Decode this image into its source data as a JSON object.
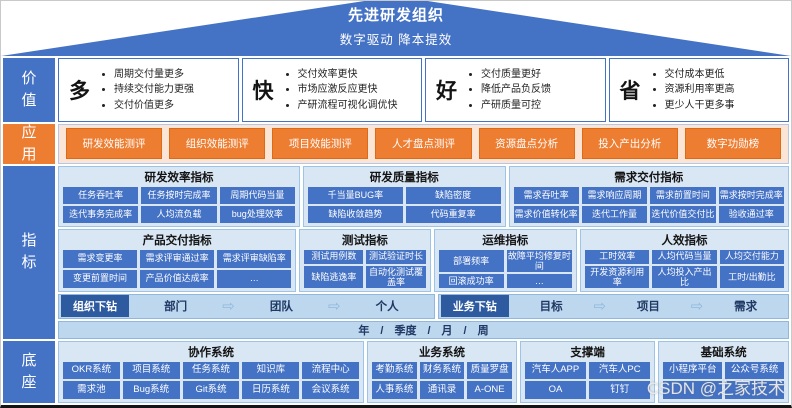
{
  "roof": {
    "title": "先进研发组织",
    "subtitle": "数字驱动 降本提效"
  },
  "labels": {
    "value": "价值",
    "app": "应用",
    "metrics": "指标",
    "base": "底座"
  },
  "colors": {
    "blue": "#4472C4",
    "dark_blue": "#2E5B9F",
    "orange": "#ED7D31",
    "light_orange": "#FBE5D6",
    "light_blue": "#BDD7EE",
    "section_bg": "#D9E6F4"
  },
  "value_boxes": [
    {
      "key": "多",
      "items": [
        "周期交付量更多",
        "持续交付能力更强",
        "交付价值更多"
      ]
    },
    {
      "key": "快",
      "items": [
        "交付效率更快",
        "市场应激反应更快",
        "产研流程可视化调优快"
      ]
    },
    {
      "key": "好",
      "items": [
        "交付质量更好",
        "降低产品负反馈",
        "产研质量可控"
      ]
    },
    {
      "key": "省",
      "items": [
        "交付成本更低",
        "资源利用率更高",
        "更少人干更多事"
      ]
    }
  ],
  "app_buttons": [
    "研发效能测评",
    "组织效能测评",
    "项目效能测评",
    "人才盘点测评",
    "资源盘点分析",
    "投入产出分析",
    "数字功勋榜"
  ],
  "metrics": {
    "row1": [
      {
        "title": "研发效率指标",
        "cells": [
          "任务吞吐率",
          "任务按时完成率",
          "周期代码当量",
          "迭代事务完成率",
          "人均流负载",
          "bug处理效率"
        ]
      },
      {
        "title": "研发质量指标",
        "cells": [
          "千当量BUG率",
          "缺陷密度",
          "缺陷收敛趋势",
          "代码重复率"
        ]
      },
      {
        "title": "需求交付指标",
        "cells": [
          "需求吞吐率",
          "需求响应周期",
          "需求前置时间",
          "需求按时完成率",
          "需求价值转化率",
          "迭代工作量",
          "迭代价值交付比",
          "验收通过率"
        ]
      }
    ],
    "row2": [
      {
        "title": "产品交付指标",
        "cells": [
          "需求变更率",
          "需求评审通过率",
          "需求评审缺陷率",
          "变更前置时间",
          "产品价值达成率",
          "…"
        ]
      },
      {
        "title": "测试指标",
        "cells": [
          "测试用例数",
          "测试验证时长",
          "缺陷逃逸率",
          "自动化测试覆盖率"
        ]
      },
      {
        "title": "运维指标",
        "cells": [
          "部署频率",
          "故障平均修复时间",
          "回滚成功率",
          "…"
        ]
      },
      {
        "title": "人效指标",
        "cells": [
          "工时效率",
          "人均代码当量",
          "人均交付能力",
          "开发资源利用率",
          "人均投入产出比",
          "工时/出勤比"
        ]
      }
    ],
    "drill_org": {
      "label": "组织下钻",
      "steps": [
        "部门",
        "团队",
        "个人"
      ]
    },
    "drill_biz": {
      "label": "业务下钻",
      "steps": [
        "目标",
        "项目",
        "需求"
      ]
    },
    "time_scale": "年　/　季度　/　月　/　周"
  },
  "base_sections": [
    {
      "title": "协作系统",
      "cells": [
        "OKR系统",
        "项目系统",
        "任务系统",
        "知识库",
        "流程中心",
        "需求池",
        "Bug系统",
        "Git系统",
        "日历系统",
        "会议系统"
      ]
    },
    {
      "title": "业务系统",
      "cells": [
        "考勤系统",
        "财务系统",
        "质量罗盘",
        "人事系统",
        "通讯录",
        "A-ONE"
      ]
    },
    {
      "title": "支撑端",
      "cells": [
        "汽车人APP",
        "汽车人PC",
        "OA",
        "钉钉"
      ]
    },
    {
      "title": "基础系统",
      "cells": [
        "小程序平台",
        "公众号系统",
        "",
        ""
      ]
    }
  ],
  "watermark": "CSDN @之家技术"
}
